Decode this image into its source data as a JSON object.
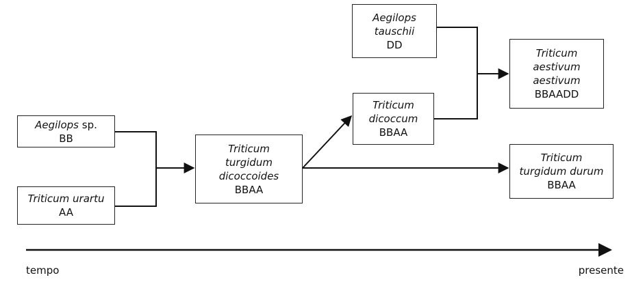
{
  "nodes": {
    "aegilops_sp": {
      "genus": "Aegilops",
      "suffix": " sp.",
      "genome": "BB"
    },
    "triticum_urartu": {
      "name": "Triticum urartu",
      "genome": "AA"
    },
    "dicoccoides": {
      "line1": "Triticum",
      "line2": "turgidum",
      "line3": "dicoccoides",
      "genome": "BBAA"
    },
    "dicoccum": {
      "line1": "Triticum",
      "line2": "dicoccum",
      "genome": "BBAA"
    },
    "tauschii": {
      "line1": "Aegilops",
      "line2": "tauschii",
      "genome": "DD"
    },
    "aestivum": {
      "line1": "Triticum",
      "line2": "aestivum",
      "line3": "aestivum",
      "genome": "BBAADD"
    },
    "durum": {
      "line1": "Triticum",
      "line2": "turgidum durum",
      "genome": "BBAA"
    }
  },
  "timeline": {
    "start_label": "tempo",
    "end_label": "presente"
  },
  "colors": {
    "line": "#111111",
    "box_border": "#222222",
    "background": "#ffffff"
  }
}
